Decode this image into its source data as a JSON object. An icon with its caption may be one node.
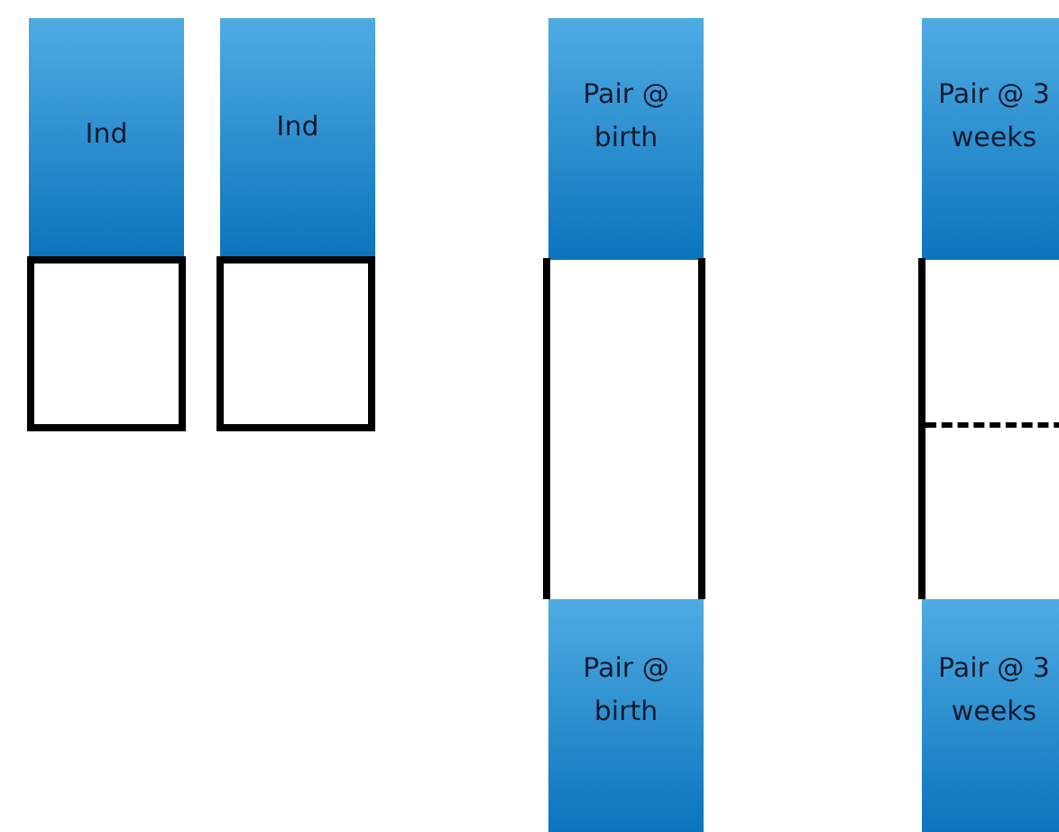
{
  "diagram": {
    "nodes": [
      {
        "text": [
          "Ind"
        ]
      },
      {
        "text": [
          "Ind"
        ]
      },
      {
        "text": [
          "Pair @ birth"
        ]
      },
      {
        "text": [
          "Pair @ 3 weeks"
        ]
      },
      {
        "text": [],
        "shape": "box"
      },
      {
        "text": [],
        "shape": "box"
      },
      {
        "text": [],
        "shape": "box"
      },
      {
        "text": [],
        "shape": "box"
      },
      {
        "text": [
          "Pair @ birth"
        ]
      },
      {
        "text": [
          "Pair @ 3 weeks"
        ]
      }
    ]
  }
}
